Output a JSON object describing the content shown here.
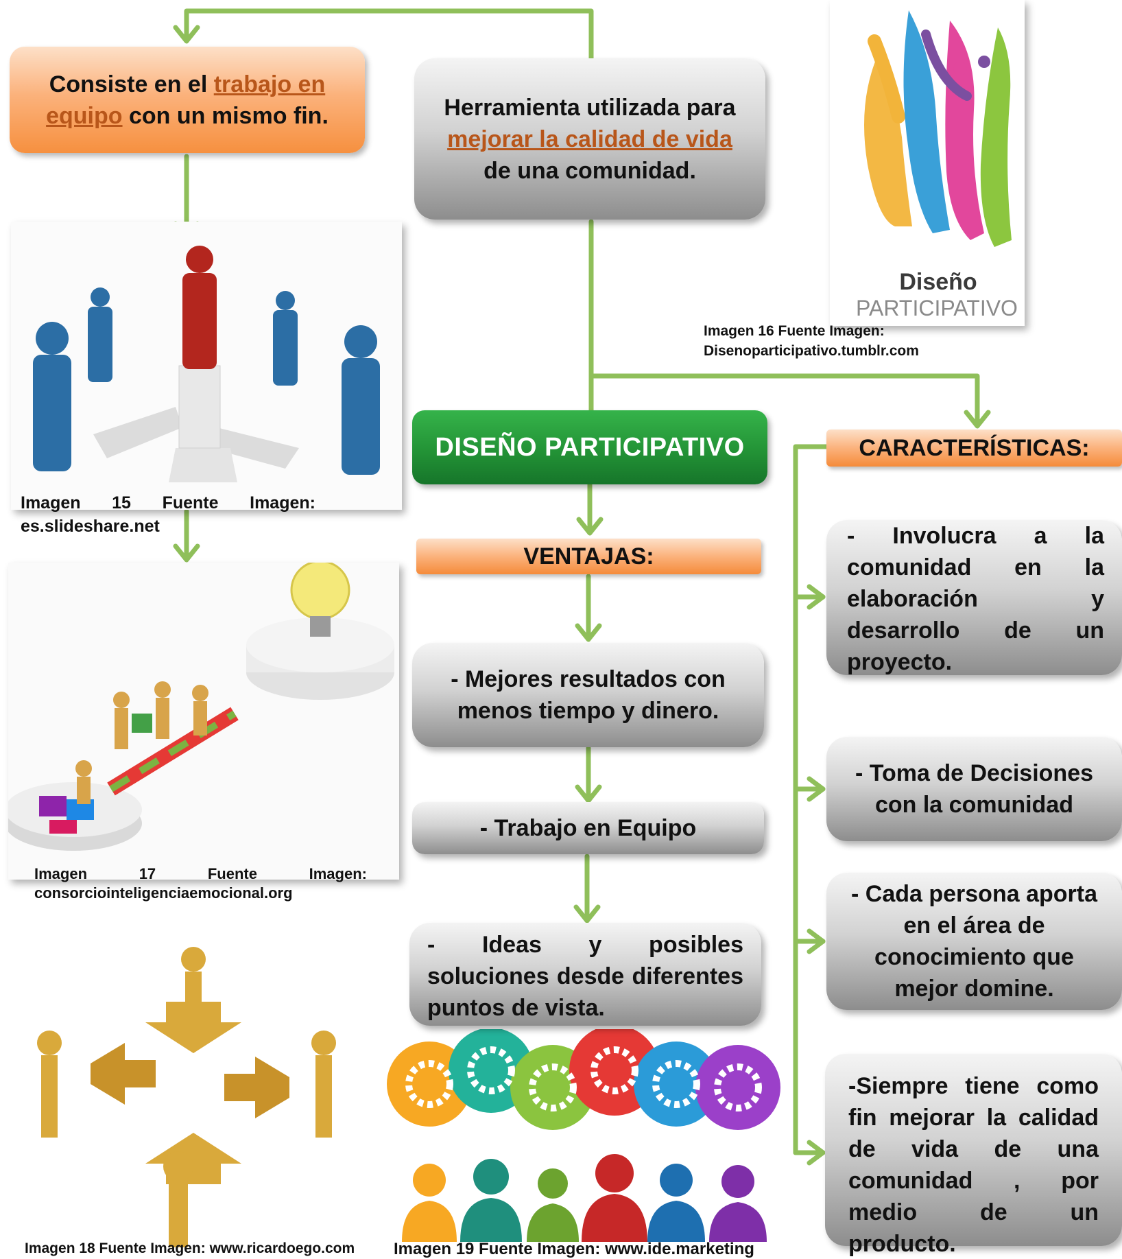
{
  "top_left": {
    "prefix": "Consiste en el ",
    "link": "trabajo en equipo",
    "suffix": " con un mismo fin."
  },
  "top_center": {
    "prefix": "Herramienta utilizada para ",
    "link": "mejorar la calidad de vida",
    "suffix": " de una comunidad."
  },
  "main_title": "DISEÑO PARTICIPATIVO",
  "ventajas": {
    "heading": "VENTAJAS:",
    "items": [
      "- Mejores resultados con menos tiempo y dinero.",
      "- Trabajo en Equipo",
      "- Ideas y posibles soluciones desde diferentes puntos de vista."
    ]
  },
  "caracteristicas": {
    "heading": "CARACTERÍSTICAS:",
    "items": [
      "- Involucra a la comunidad en la elaboración y desarrollo de un proyecto.",
      "- Toma de Decisiones con la comunidad",
      "- Cada persona aporta en el área de conocimiento que mejor domine.",
      "-Siempre tiene como fin mejorar la calidad de vida de una comunidad , por medio de un producto."
    ]
  },
  "logo": {
    "word1": "Diseño",
    "word2": "PARTICIPATIVO"
  },
  "captions": {
    "img15": {
      "w1": "Imagen",
      "w2": "15",
      "w3": "Fuente",
      "w4": "Imagen:",
      "line2": "es.slideshare.net"
    },
    "img16": {
      "line1": "Imagen 16 Fuente Imagen:",
      "line2": "Disenoparticipativo.tumblr.com"
    },
    "img17": {
      "w1": "Imagen",
      "w2": "17",
      "w3": "Fuente",
      "w4": "Imagen:",
      "line2": "consorciointeligenciaemocional.org"
    },
    "img18": "Imagen 18 Fuente Imagen: www.ricardoego.com",
    "img19": "Imagen 19 Fuente Imagen: www.ide.marketing"
  },
  "colors": {
    "connector": "#8fbf5a",
    "orange": "#f6903f",
    "gray": "#9a9a9a",
    "green": "#239336",
    "link": "#b8561a"
  }
}
